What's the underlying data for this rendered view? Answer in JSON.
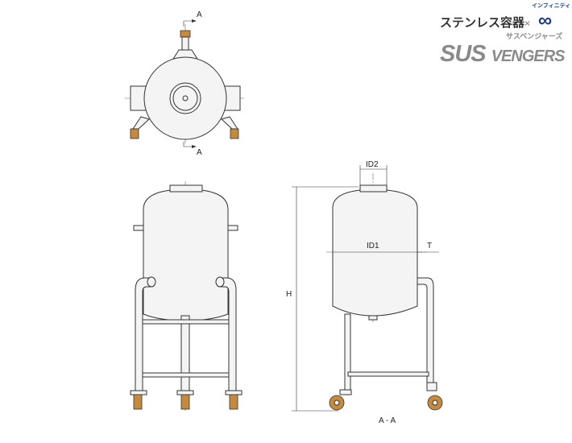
{
  "logo": {
    "line1": "ステンレス容器",
    "times": "×",
    "infinity_kana": "インフィニティ",
    "infinity_symbol": "∞",
    "brand_main": "SUS",
    "brand_sub": "VENGERS",
    "brand_kana": "サスベンジャーズ"
  },
  "labels": {
    "section_top": "A",
    "section_bottom": "A",
    "id2": "ID2",
    "id1": "ID1",
    "t": "T",
    "h": "H",
    "section_view": "A - A"
  },
  "colors": {
    "caster_wheel": "#c58a3c",
    "infinity": "#1a3d8f",
    "brand_gray": "#8a8a8a"
  }
}
